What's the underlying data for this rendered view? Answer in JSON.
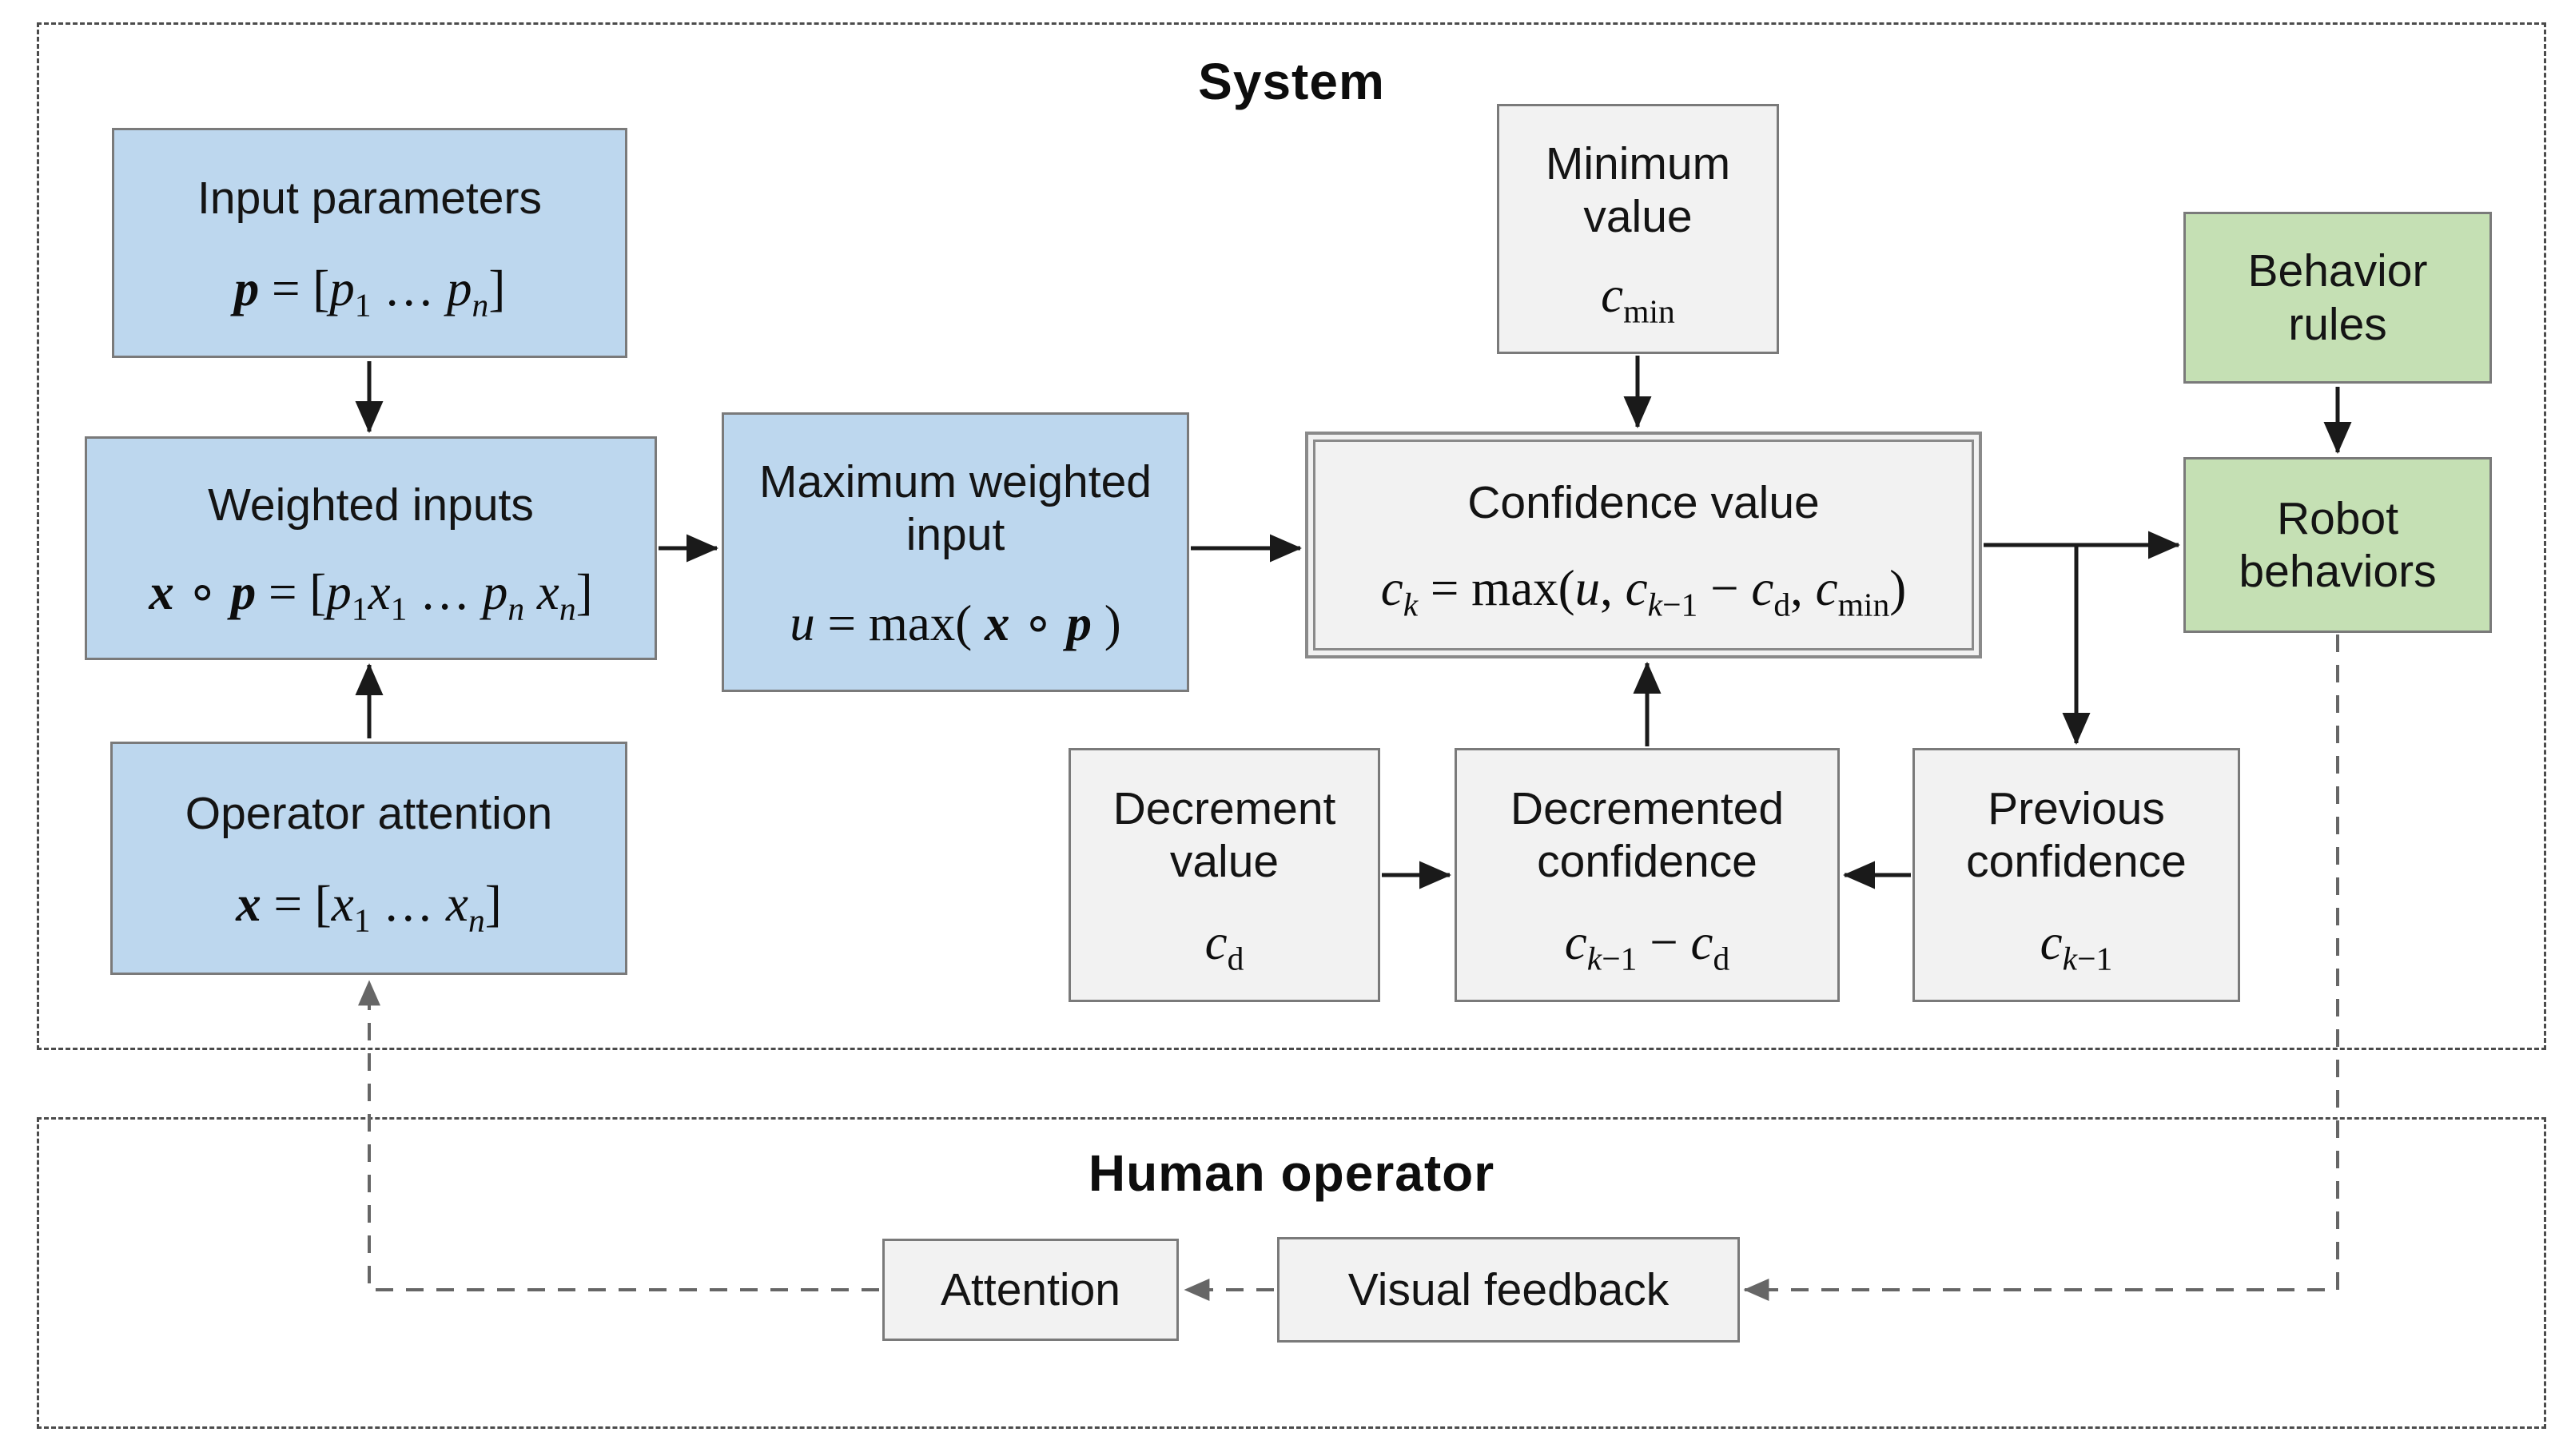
{
  "system": {
    "label": "System",
    "input_parameters": {
      "title": "Input parameters",
      "formula_html": "<b><i>p</i></b> = [<i>p</i><sub>1</sub> … <i>p</i><sub><i>n</i></sub>]"
    },
    "weighted_inputs": {
      "title": "Weighted inputs",
      "formula_html": "<b><i>x</i></b> ∘ <b><i>p</i></b> = [<i>p</i><sub>1</sub><i>x</i><sub>1</sub> … <i>p</i><sub><i>n</i></sub> <i>x</i><sub><i>n</i></sub>]"
    },
    "operator_attention": {
      "title": "Operator attention",
      "formula_html": "<b><i>x</i></b> = [<i>x</i><sub>1</sub> … <i>x</i><sub><i>n</i></sub>]"
    },
    "maximum_weighted_input": {
      "title": "Maximum weighted input",
      "formula_html": "<i>u</i> = max( <b><i>x</i></b> ∘ <b><i>p</i></b> )"
    },
    "minimum_value": {
      "title": "Minimum value",
      "formula_html": "<i>c</i><sub>min</sub>"
    },
    "confidence_value": {
      "title": "Confidence value",
      "formula_html": "<i>c</i><sub><i>k</i></sub> = max(<i>u</i>, <i>c</i><sub><i>k</i>−1</sub> − <i>c</i><sub>d</sub>, <i>c</i><sub>min</sub>)"
    },
    "behavior_rules": {
      "title": "Behavior rules"
    },
    "robot_behaviors": {
      "title": "Robot behaviors"
    },
    "decrement_value": {
      "title": "Decrement value",
      "formula_html": "<i>c</i><sub>d</sub>"
    },
    "decremented_confidence": {
      "title": "Decremented confidence",
      "formula_html": "<i>c</i><sub><i>k</i>−1</sub> − <i>c</i><sub>d</sub>"
    },
    "previous_confidence": {
      "title": "Previous confidence",
      "formula_html": "<i>c</i><sub><i>k</i>−1</sub>"
    }
  },
  "human_operator": {
    "label": "Human operator",
    "attention": {
      "title": "Attention"
    },
    "visual_feedback": {
      "title": "Visual feedback"
    }
  },
  "colors": {
    "box_blue": "#BDD7EE",
    "box_green": "#C5E0B4",
    "box_gray": "#F2F2F2",
    "box_border": "#7A7A7A",
    "arrow_solid": "#1A1A1A",
    "arrow_dashed": "#666666",
    "frame_dash": "#4B4B4B"
  }
}
